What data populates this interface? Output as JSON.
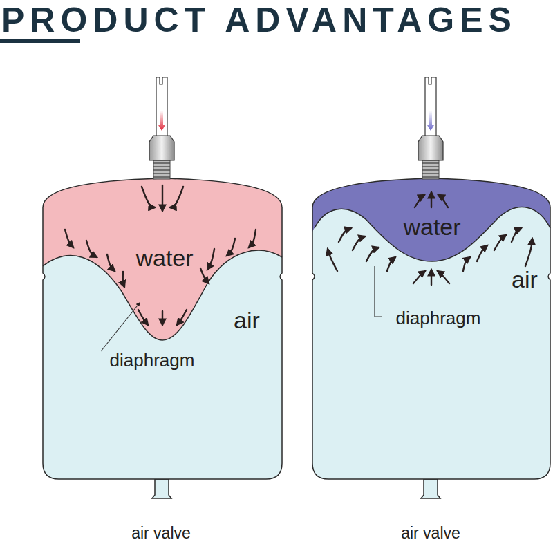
{
  "diagram": {
    "title": "PRODUCT ADVANTAGES",
    "labels": [
      "water",
      "air",
      "diaphragm",
      "air valve",
      "water",
      "air",
      "diaphragm",
      "air valve"
    ]
  }
}
